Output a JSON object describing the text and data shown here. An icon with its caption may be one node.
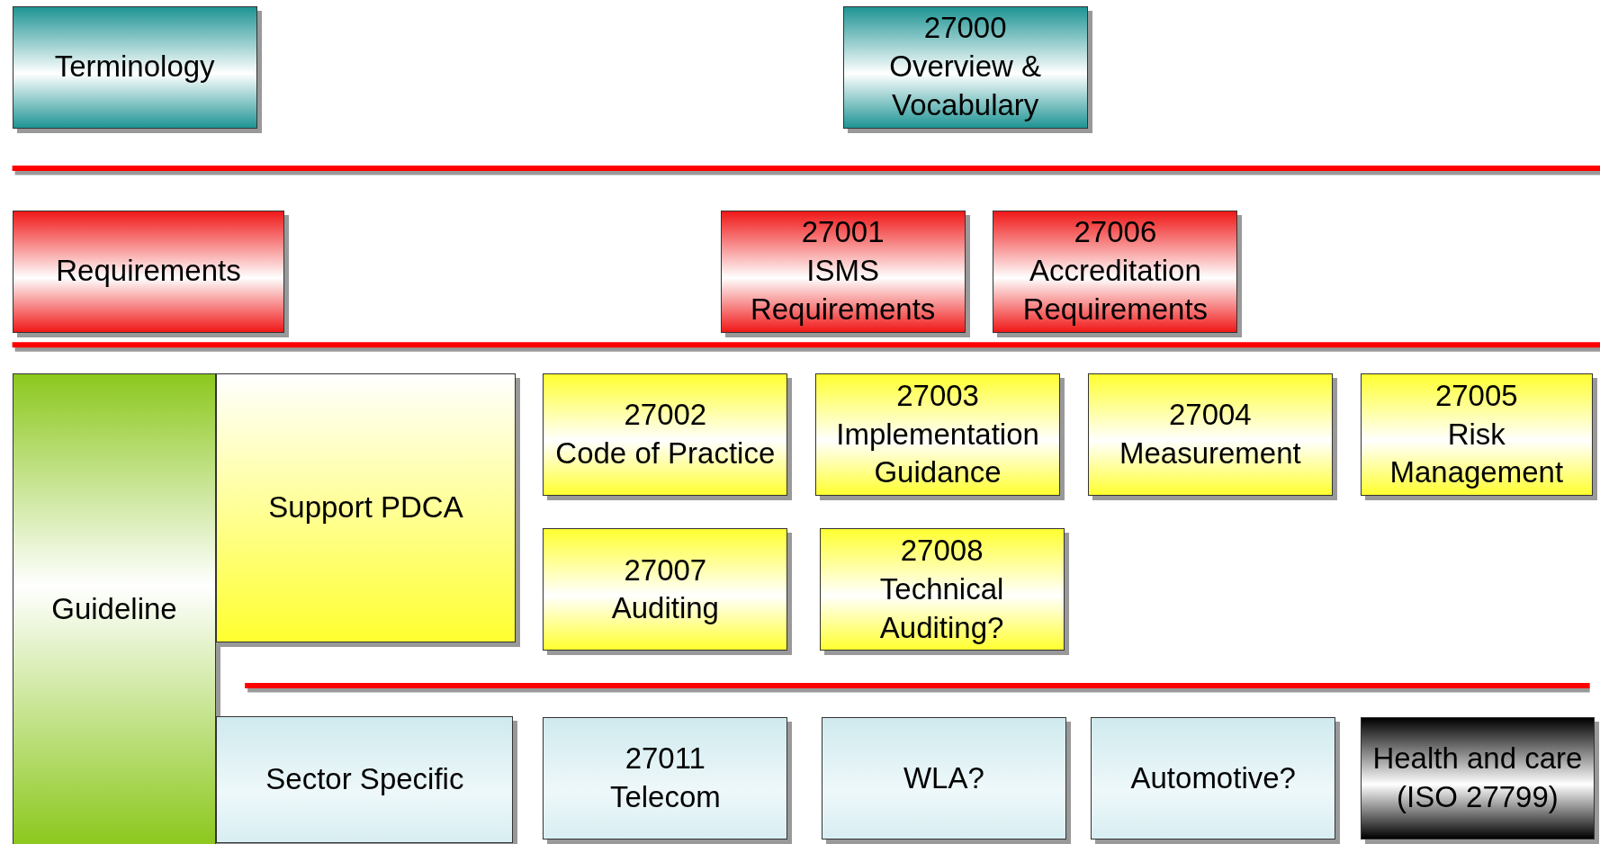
{
  "diagram": {
    "nodes": [
      {
        "text": [
          "Terminology"
        ]
      },
      {
        "text": [
          "27000",
          "Overview & Vocabulary"
        ]
      },
      {
        "text": [
          "Requirements"
        ]
      },
      {
        "text": [
          "27001",
          "ISMS Requirements"
        ]
      },
      {
        "text": [
          "27006",
          "Accreditation Requirements"
        ]
      },
      {
        "text": [
          "Guideline"
        ]
      },
      {
        "text": [
          "Support PDCA"
        ]
      },
      {
        "text": [
          "27002",
          "Code of Practice"
        ]
      },
      {
        "text": [
          "27003",
          "Implementation Guidance"
        ]
      },
      {
        "text": [
          "27004",
          "Measurement"
        ]
      },
      {
        "text": [
          "27005",
          "Risk Management"
        ]
      },
      {
        "text": [
          "27007",
          "Auditing"
        ]
      },
      {
        "text": [
          "27008",
          "Technical Auditing?"
        ]
      },
      {
        "text": [
          "Sector Specific"
        ]
      },
      {
        "text": [
          "27011",
          "Telecom"
        ]
      },
      {
        "text": [
          "WLA?"
        ]
      },
      {
        "text": [
          "Automotive?"
        ]
      },
      {
        "text": [
          "Health and care (ISO 27799)"
        ]
      }
    ],
    "edges": []
  }
}
